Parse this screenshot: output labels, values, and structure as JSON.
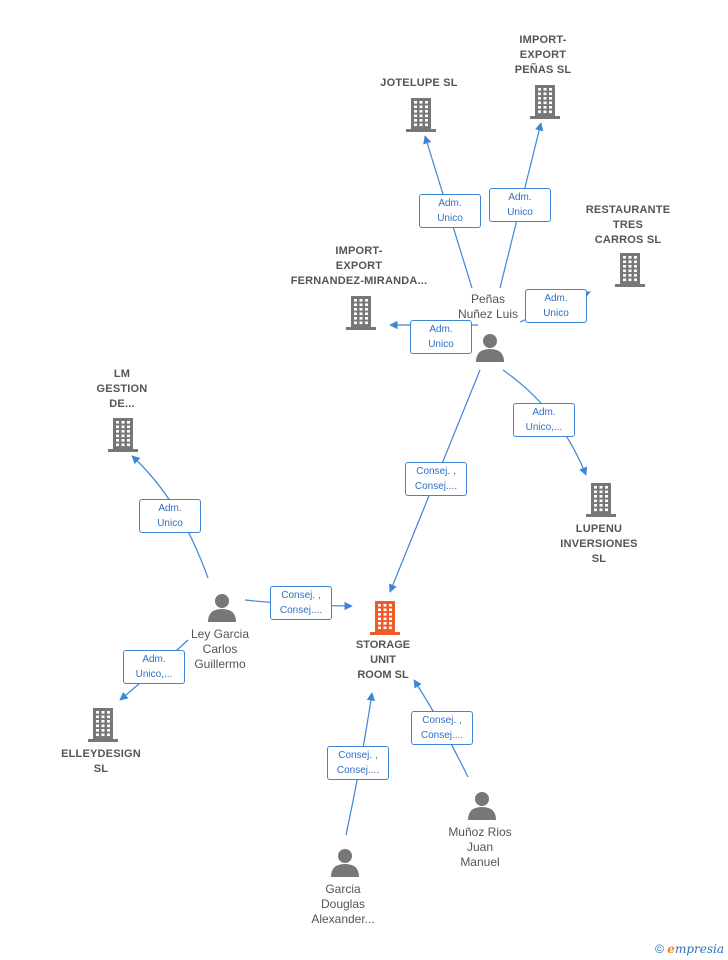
{
  "nodes": [
    {
      "id": "storage",
      "kind": "focus",
      "label": "STORAGE\nUNIT\nROOM  SL",
      "icon": "building-icon"
    },
    {
      "id": "jotelupe",
      "kind": "company",
      "label": "JOTELUPE SL",
      "icon": "building-icon"
    },
    {
      "id": "import_penas",
      "kind": "company",
      "label": "IMPORT-\nEXPORT\nPEÑAS  SL",
      "icon": "building-icon"
    },
    {
      "id": "restaurante",
      "kind": "company",
      "label": "RESTAURANTE\nTRES\nCARROS  SL",
      "icon": "building-icon"
    },
    {
      "id": "import_fernandez",
      "kind": "company",
      "label": "IMPORT-\nEXPORT\nFERNANDEZ-MIRANDA...",
      "icon": "building-icon"
    },
    {
      "id": "lm_gestion",
      "kind": "company",
      "label": "LM\nGESTION\nDE...",
      "icon": "building-icon"
    },
    {
      "id": "lupenu",
      "kind": "company",
      "label": "LUPENU\nINVERSIONES\nSL",
      "icon": "building-icon"
    },
    {
      "id": "elleydesign",
      "kind": "company",
      "label": "ELLEYDESIGN\nSL",
      "icon": "building-icon"
    },
    {
      "id": "penas_nunez",
      "kind": "person",
      "label": "Peñas\nNuñez Luis",
      "icon": "person-icon"
    },
    {
      "id": "ley_garcia",
      "kind": "person",
      "label": "Ley Garcia\nCarlos\nGuillermo",
      "icon": "person-icon"
    },
    {
      "id": "munoz_rios",
      "kind": "person",
      "label": "Muñoz Rios\nJuan\nManuel",
      "icon": "person-icon"
    },
    {
      "id": "garcia_douglas",
      "kind": "person",
      "label": "Garcia\nDouglas\nAlexander...",
      "icon": "person-icon"
    }
  ],
  "edges": [
    {
      "id": "e1",
      "from": "penas_nunez",
      "to": "jotelupe",
      "label": "Adm.\nUnico"
    },
    {
      "id": "e2",
      "from": "penas_nunez",
      "to": "import_penas",
      "label": "Adm.\nUnico"
    },
    {
      "id": "e3",
      "from": "penas_nunez",
      "to": "restaurante",
      "label": "Adm.\nUnico"
    },
    {
      "id": "e4",
      "from": "penas_nunez",
      "to": "import_fernandez",
      "label": "Adm.\nUnico"
    },
    {
      "id": "e5",
      "from": "penas_nunez",
      "to": "lupenu",
      "label": "Adm.\nUnico,..."
    },
    {
      "id": "e6",
      "from": "penas_nunez",
      "to": "storage",
      "label": "Consej. ,\nConsej...."
    },
    {
      "id": "e7",
      "from": "ley_garcia",
      "to": "lm_gestion",
      "label": "Adm.\nUnico"
    },
    {
      "id": "e8",
      "from": "ley_garcia",
      "to": "storage",
      "label": "Consej. ,\nConsej...."
    },
    {
      "id": "e9",
      "from": "ley_garcia",
      "to": "elleydesign",
      "label": "Adm.\nUnico,..."
    },
    {
      "id": "e10",
      "from": "munoz_rios",
      "to": "storage",
      "label": "Consej. ,\nConsej...."
    },
    {
      "id": "e11",
      "from": "garcia_douglas",
      "to": "storage",
      "label": "Consej. ,\nConsej...."
    }
  ],
  "colors": {
    "edge": "#3f85d6",
    "icon_gray": "#777777",
    "focus_icon": "#f05a28",
    "label_gray": "#555555"
  },
  "footer": {
    "copyright": "©",
    "brand_e": "e",
    "brand_rest": "mpresia"
  }
}
